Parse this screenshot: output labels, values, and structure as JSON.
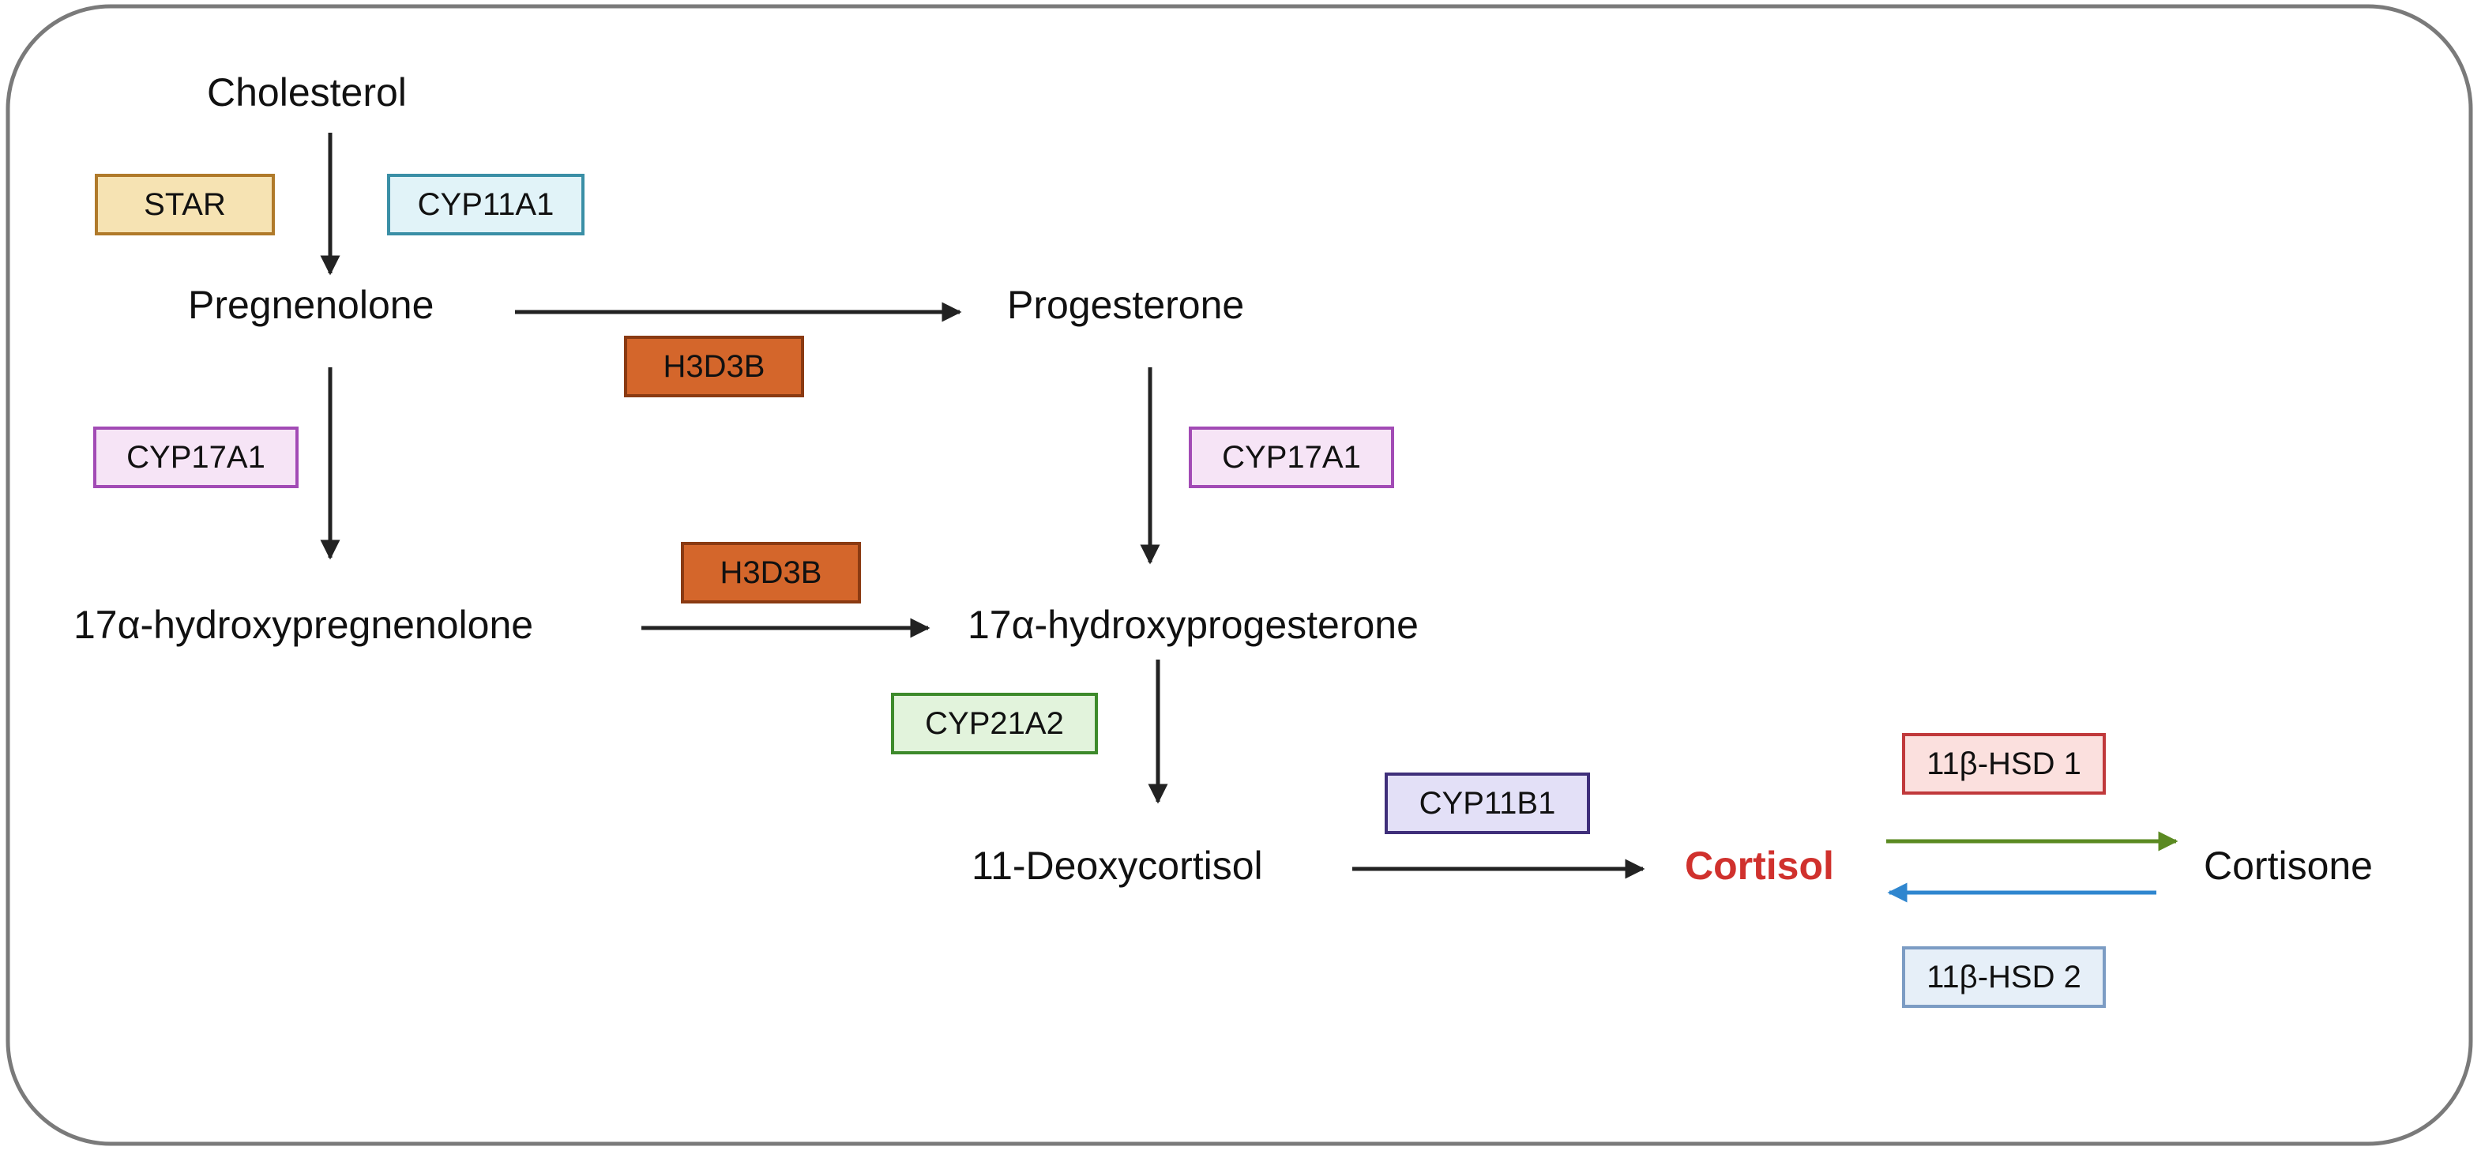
{
  "metabolites": {
    "cholesterol": "Cholesterol",
    "pregnenolone": "Pregnenolone",
    "progesterone": "Progesterone",
    "hydroxypregnenolone": "17α-hydroxypregnenolone",
    "hydroxyprogesterone": "17α-hydroxyprogesterone",
    "deoxycortisol": "11-Deoxycortisol",
    "cortisol": "Cortisol",
    "cortisone": "Cortisone"
  },
  "enzymes": {
    "star": "STAR",
    "cyp11a1": "CYP11A1",
    "h3d3b_top": "H3D3B",
    "cyp17a1_left": "CYP17A1",
    "cyp17a1_right": "CYP17A1",
    "h3d3b_middle": "H3D3B",
    "cyp21a2": "CYP21A2",
    "cyp11b1": "CYP11B1",
    "hsd1": "11β-HSD 1",
    "hsd2": "11β-HSD 2"
  },
  "colors": {
    "star_fill": "#f6e3b3",
    "star_border": "#b07a2a",
    "cyp11a1_fill": "#e1f3f8",
    "cyp11a1_border": "#3a8fa6",
    "h3d3b_fill": "#d4662b",
    "h3d3b_border": "#8a3a12",
    "cyp17a1_fill": "#f6e4f6",
    "cyp17a1_border": "#a24bb5",
    "cyp21a2_fill": "#e2f3dc",
    "cyp21a2_border": "#3d8a2b",
    "cyp11b1_fill": "#e3e0f7",
    "cyp11b1_border": "#3f2f7a",
    "hsd1_fill": "#fbe0de",
    "hsd1_border": "#c0393b",
    "hsd2_fill": "#e6eff8",
    "hsd2_border": "#7c9cc4",
    "cortisol_text": "#d0312d",
    "arrow_default": "#222222",
    "arrow_hsd1": "#5b8a22",
    "arrow_hsd2": "#2f86cf"
  }
}
